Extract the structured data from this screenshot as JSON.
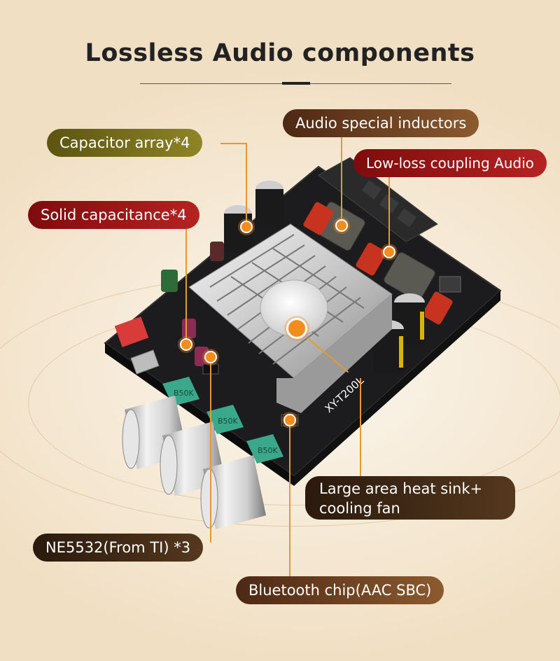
{
  "title": "Lossless Audio components",
  "labels": {
    "capacitor_array": "Capacitor array*4",
    "solid_capacitance": "Solid capacitance*4",
    "audio_inductors": "Audio special inductors",
    "low_loss_coupling": "Low-loss coupling Audio",
    "heat_sink": "Large area heat sink+ cooling fan",
    "ne5532": "NE5532(From TI) *3",
    "bluetooth_chip": "Bluetooth chip(AAC SBC)"
  },
  "board": {
    "model_marking": "XY-T200L",
    "knob_labels": [
      "B50K",
      "B50K",
      "B50K"
    ]
  },
  "colors": {
    "accent": "#f28c1c",
    "label_olive": "#8f8426",
    "label_red": "#b62222",
    "label_brown": "#8c5a2e",
    "label_dark": "#3a2414"
  }
}
